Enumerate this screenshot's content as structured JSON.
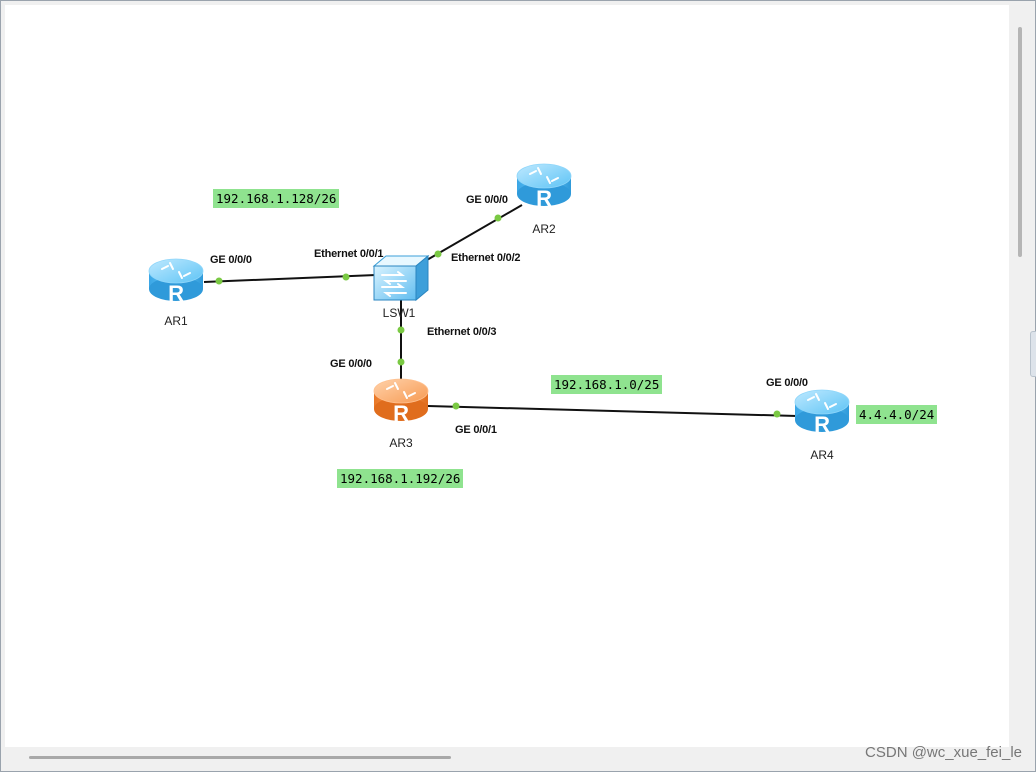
{
  "devices": {
    "ar1": "AR1",
    "ar2": "AR2",
    "ar3": "AR3",
    "ar4": "AR4",
    "lsw1": "LSW1",
    "router_glyph": "R"
  },
  "interfaces": {
    "ar1_ge000": "GE 0/0/0",
    "lsw1_eth001": "Ethernet 0/0/1",
    "lsw1_eth002": "Ethernet 0/0/2",
    "lsw1_eth003": "Ethernet 0/0/3",
    "ar2_ge000": "GE 0/0/0",
    "ar3_ge000": "GE 0/0/0",
    "ar3_ge001": "GE 0/0/1",
    "ar4_ge000": "GE 0/0/0"
  },
  "networks": {
    "lan_128": "192.168.1.128/26",
    "lan_0": "192.168.1.0/25",
    "lan_192": "192.168.1.192/26",
    "loop_4": "4.4.4.0/24"
  },
  "colors": {
    "router_blue": "#4db8f0",
    "router_orange": "#f58a3c",
    "link_dot": "#7ac943",
    "net_label_bg": "#8fe38f"
  },
  "watermark": "CSDN @wc_xue_fei_le"
}
